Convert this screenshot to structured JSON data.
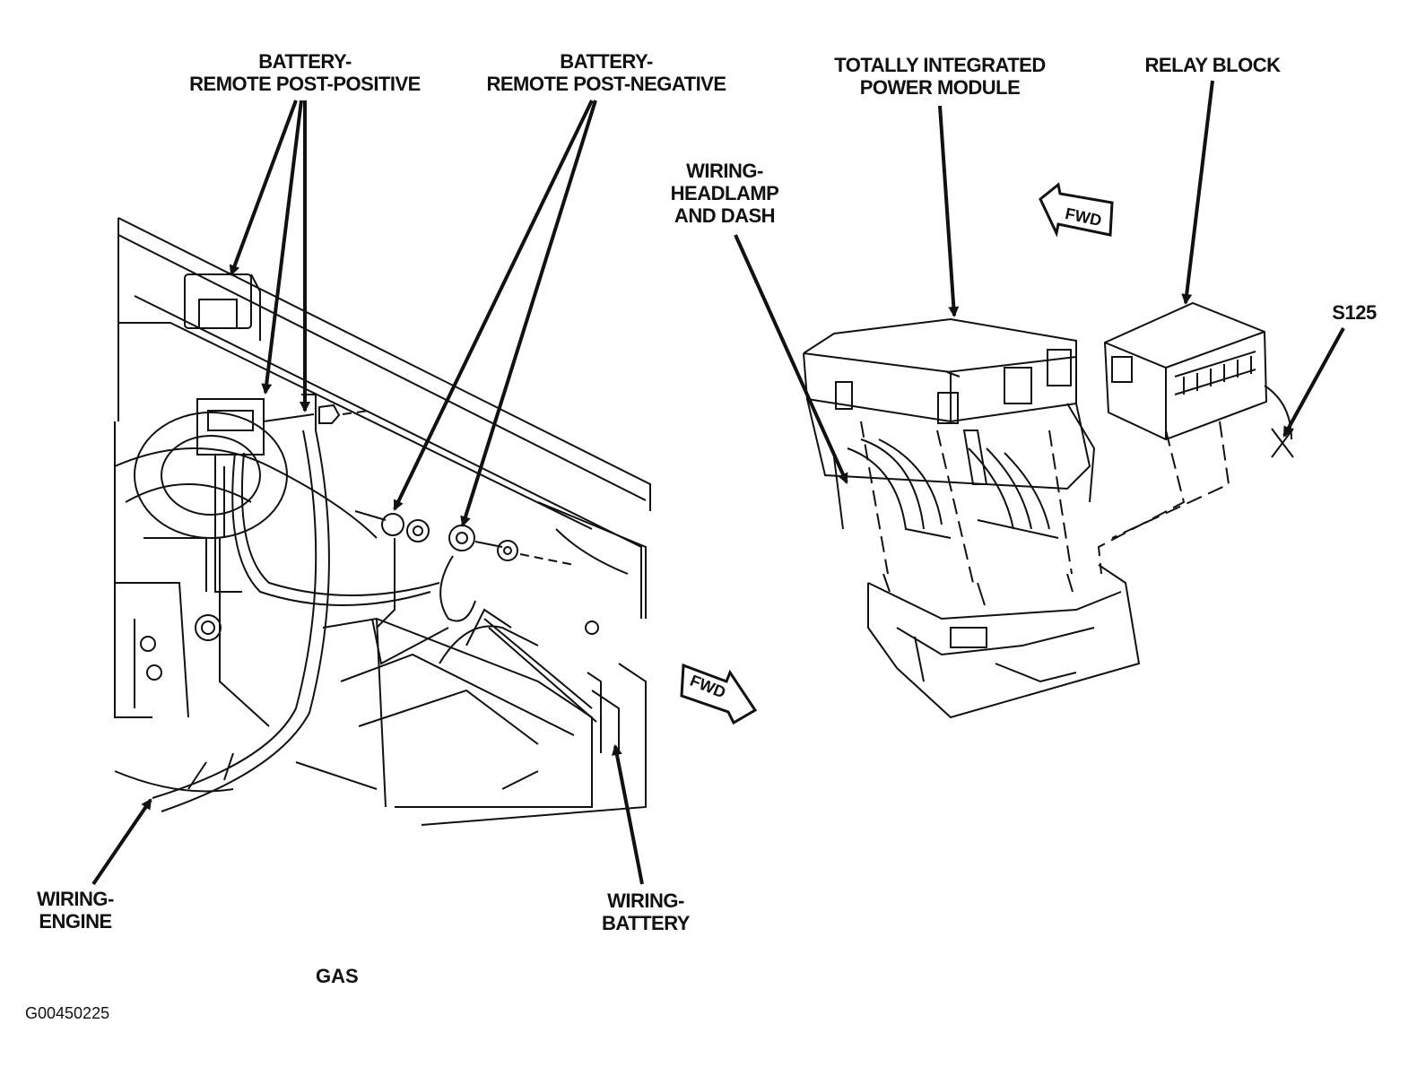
{
  "labels": {
    "battery_positive": [
      "BATTERY-",
      "REMOTE POST-POSITIVE"
    ],
    "battery_negative": [
      "BATTERY-",
      "REMOTE POST-NEGATIVE"
    ],
    "tipm": [
      "TOTALLY INTEGRATED",
      "POWER MODULE"
    ],
    "relay_block": [
      "RELAY BLOCK"
    ],
    "wiring_headlamp": [
      "WIRING-",
      "HEADLAMP",
      "AND DASH"
    ],
    "s125": [
      "S125"
    ],
    "wiring_engine": [
      "WIRING-",
      "ENGINE"
    ],
    "wiring_battery": [
      "WIRING-",
      "BATTERY"
    ]
  },
  "fwd_arrow_text": "FWD",
  "variant_label": "GAS",
  "figure_id": "G00450225"
}
